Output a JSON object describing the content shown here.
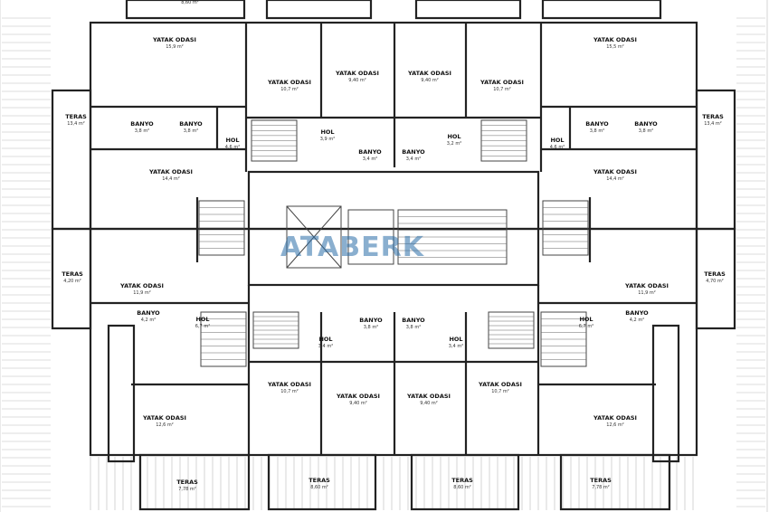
{
  "watermark": "ATABERK",
  "rooms": [
    {
      "name": "",
      "area": "8,60 m²"
    },
    {
      "name": "YATAK ODASI",
      "area": "15,9 m²"
    },
    {
      "name": "YATAK ODASI",
      "area": "10,7 m²"
    },
    {
      "name": "YATAK ODASI",
      "area": "9,40 m²"
    },
    {
      "name": "YATAK ODASI",
      "area": "9,40 m²"
    },
    {
      "name": "YATAK ODASI",
      "area": "10,7 m²"
    },
    {
      "name": "YATAK ODASI",
      "area": "15,5 m²"
    },
    {
      "name": "TERAS",
      "area": "13,4 m²"
    },
    {
      "name": "BANYO",
      "area": "3,8 m²"
    },
    {
      "name": "BANYO",
      "area": "3,8 m²"
    },
    {
      "name": "HOL",
      "area": "4,6 m²"
    },
    {
      "name": "HOL",
      "area": "3,9 m²"
    },
    {
      "name": "BANYO",
      "area": "3,4 m²"
    },
    {
      "name": "BANYO",
      "area": "3,4 m²"
    },
    {
      "name": "HOL",
      "area": "3,2 m²"
    },
    {
      "name": "HOL",
      "area": "4,6 m²"
    },
    {
      "name": "BANYO",
      "area": "3,8 m²"
    },
    {
      "name": "BANYO",
      "area": "3,8 m²"
    },
    {
      "name": "TERAS",
      "area": "13,4 m²"
    },
    {
      "name": "YATAK ODASI",
      "area": "14,4 m²"
    },
    {
      "name": "YATAK ODASI",
      "area": "14,4 m²"
    },
    {
      "name": "TERAS",
      "area": "4,20 m²"
    },
    {
      "name": "YATAK ODASI",
      "area": "11,9 m²"
    },
    {
      "name": "YATAK ODASI",
      "area": "11,9 m²"
    },
    {
      "name": "TERAS",
      "area": "4,70 m²"
    },
    {
      "name": "BANYO",
      "area": "4,2 m²"
    },
    {
      "name": "HOL",
      "area": "6,7 m²"
    },
    {
      "name": "BANYO",
      "area": "3,8 m²"
    },
    {
      "name": "BANYO",
      "area": "3,8 m²"
    },
    {
      "name": "HOL",
      "area": "6,7 m²"
    },
    {
      "name": "BANYO",
      "area": "4,2 m²"
    },
    {
      "name": "HOL",
      "area": "3,4 m²"
    },
    {
      "name": "HOL",
      "area": "3,4 m²"
    },
    {
      "name": "YATAK ODASI",
      "area": "10,7 m²"
    },
    {
      "name": "YATAK ODASI",
      "area": "9,40 m²"
    },
    {
      "name": "YATAK ODASI",
      "area": "9,40 m²"
    },
    {
      "name": "YATAK ODASI",
      "area": "10,7 m²"
    },
    {
      "name": "YATAK ODASI",
      "area": "12,6 m²"
    },
    {
      "name": "YATAK ODASI",
      "area": "12,6 m²"
    },
    {
      "name": "TERAS",
      "area": "7,78 m²"
    },
    {
      "name": "TERAS",
      "area": "8,60 m²"
    },
    {
      "name": "TERAS",
      "area": "8,60 m²"
    },
    {
      "name": "TERAS",
      "area": "7,78 m²"
    }
  ]
}
